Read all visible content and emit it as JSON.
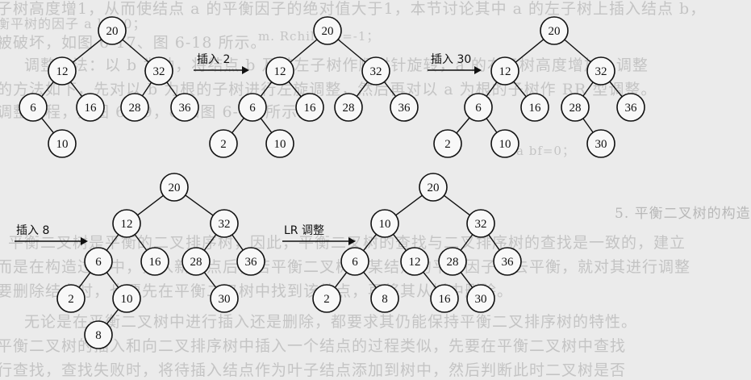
{
  "background_text": [
    "子树高度增1，从而使结点 a 的平衡因子的绝对值大于1，本节讨论其中 a 的左子树上插入结点 b，",
    "衡平树的因子 a bf=0；",
    "m. Rchild bf=-1；",
    "被破坏，如图 6-17、图 6-18 所示。",
    "调整方法：以 b 为轴，将结点 b 及其左子树作顺时针旋转，a 的右子树高度增加，调整",
    "的方法如下，先对以 b 为根的子树进行左旋调整，然后再对以 a 为根的子树作 RR 型调整。",
    "调整过程，如图 6-19，c 如图 6-19 所示。",
    "a bf=0；",
    "5. 平衡二叉树的构造",
    "平衡二叉树是平衡的二叉排序树，因此，平衡二叉树的查找与二叉排序树的查找是一致的，建立",
    "而是在构造过程中，插入新结点后，若平衡二叉树中某结点的平衡因子失去平衡，就对其进行调整",
    "要删除结点时，也要先在平衡二叉树中找到该结点，再将其从树中删除。",
    "无论是在平衡二叉树中进行插入还是删除，都要求其仍能保持平衡二叉排序树的特性。",
    "平衡二叉树的插入和向二叉排序树中插入一个结点的过程类似，先要在平衡二叉树中查找",
    "行查找，查找失败时，将待插入结点作为叶子结点添加到树中，然后判断此时二叉树是否"
  ],
  "arrows": [
    {
      "label": "插入 2"
    },
    {
      "label": "插入 30"
    },
    {
      "label": "插入 8"
    },
    {
      "label": "LR 调整"
    }
  ],
  "trees": [
    {
      "name": "tree-initial",
      "nodes": [
        {
          "id": "a",
          "label": "20"
        },
        {
          "id": "b",
          "label": "12"
        },
        {
          "id": "c",
          "label": "32"
        },
        {
          "id": "d",
          "label": "6"
        },
        {
          "id": "e",
          "label": "16"
        },
        {
          "id": "f",
          "label": "28"
        },
        {
          "id": "g",
          "label": "36"
        },
        {
          "id": "h",
          "label": "10"
        }
      ],
      "edges": [
        [
          "a",
          "b"
        ],
        [
          "a",
          "c"
        ],
        [
          "b",
          "d"
        ],
        [
          "b",
          "e"
        ],
        [
          "c",
          "f"
        ],
        [
          "c",
          "g"
        ],
        [
          "d",
          "h"
        ]
      ]
    },
    {
      "name": "tree-after-insert-2",
      "nodes": [
        {
          "id": "a",
          "label": "20"
        },
        {
          "id": "b",
          "label": "12"
        },
        {
          "id": "c",
          "label": "32"
        },
        {
          "id": "d",
          "label": "6"
        },
        {
          "id": "e",
          "label": "16"
        },
        {
          "id": "f",
          "label": "28"
        },
        {
          "id": "g",
          "label": "36"
        },
        {
          "id": "i",
          "label": "2"
        },
        {
          "id": "h",
          "label": "10"
        }
      ],
      "edges": [
        [
          "a",
          "b"
        ],
        [
          "a",
          "c"
        ],
        [
          "b",
          "d"
        ],
        [
          "b",
          "e"
        ],
        [
          "c",
          "f"
        ],
        [
          "c",
          "g"
        ],
        [
          "d",
          "i"
        ],
        [
          "d",
          "h"
        ]
      ]
    },
    {
      "name": "tree-after-insert-30",
      "nodes": [
        {
          "id": "a",
          "label": "20"
        },
        {
          "id": "b",
          "label": "12"
        },
        {
          "id": "c",
          "label": "32"
        },
        {
          "id": "d",
          "label": "6"
        },
        {
          "id": "e",
          "label": "16"
        },
        {
          "id": "f",
          "label": "28"
        },
        {
          "id": "g",
          "label": "36"
        },
        {
          "id": "i",
          "label": "2"
        },
        {
          "id": "h",
          "label": "10"
        },
        {
          "id": "j",
          "label": "30"
        }
      ],
      "edges": [
        [
          "a",
          "b"
        ],
        [
          "a",
          "c"
        ],
        [
          "b",
          "d"
        ],
        [
          "b",
          "e"
        ],
        [
          "c",
          "f"
        ],
        [
          "c",
          "g"
        ],
        [
          "d",
          "i"
        ],
        [
          "d",
          "h"
        ],
        [
          "f",
          "j"
        ]
      ]
    },
    {
      "name": "tree-after-insert-8",
      "nodes": [
        {
          "id": "a",
          "label": "20"
        },
        {
          "id": "b",
          "label": "12"
        },
        {
          "id": "c",
          "label": "32"
        },
        {
          "id": "d",
          "label": "6"
        },
        {
          "id": "e",
          "label": "16"
        },
        {
          "id": "f",
          "label": "28"
        },
        {
          "id": "g",
          "label": "36"
        },
        {
          "id": "i",
          "label": "2"
        },
        {
          "id": "h",
          "label": "10"
        },
        {
          "id": "j",
          "label": "30"
        },
        {
          "id": "k",
          "label": "8"
        }
      ],
      "edges": [
        [
          "a",
          "b"
        ],
        [
          "a",
          "c"
        ],
        [
          "b",
          "d"
        ],
        [
          "b",
          "e"
        ],
        [
          "c",
          "f"
        ],
        [
          "c",
          "g"
        ],
        [
          "d",
          "i"
        ],
        [
          "d",
          "h"
        ],
        [
          "f",
          "j"
        ],
        [
          "h",
          "k"
        ]
      ]
    },
    {
      "name": "tree-after-lr-rotation",
      "nodes": [
        {
          "id": "a",
          "label": "20"
        },
        {
          "id": "h",
          "label": "10"
        },
        {
          "id": "c",
          "label": "32"
        },
        {
          "id": "d",
          "label": "6"
        },
        {
          "id": "b",
          "label": "12"
        },
        {
          "id": "f",
          "label": "28"
        },
        {
          "id": "g",
          "label": "36"
        },
        {
          "id": "i",
          "label": "2"
        },
        {
          "id": "k",
          "label": "8"
        },
        {
          "id": "e",
          "label": "16"
        },
        {
          "id": "j",
          "label": "30"
        }
      ],
      "edges": [
        [
          "a",
          "h"
        ],
        [
          "a",
          "c"
        ],
        [
          "h",
          "d"
        ],
        [
          "h",
          "b"
        ],
        [
          "c",
          "f"
        ],
        [
          "c",
          "g"
        ],
        [
          "d",
          "i"
        ],
        [
          "d",
          "k"
        ],
        [
          "b",
          "e"
        ],
        [
          "f",
          "j"
        ]
      ]
    }
  ]
}
